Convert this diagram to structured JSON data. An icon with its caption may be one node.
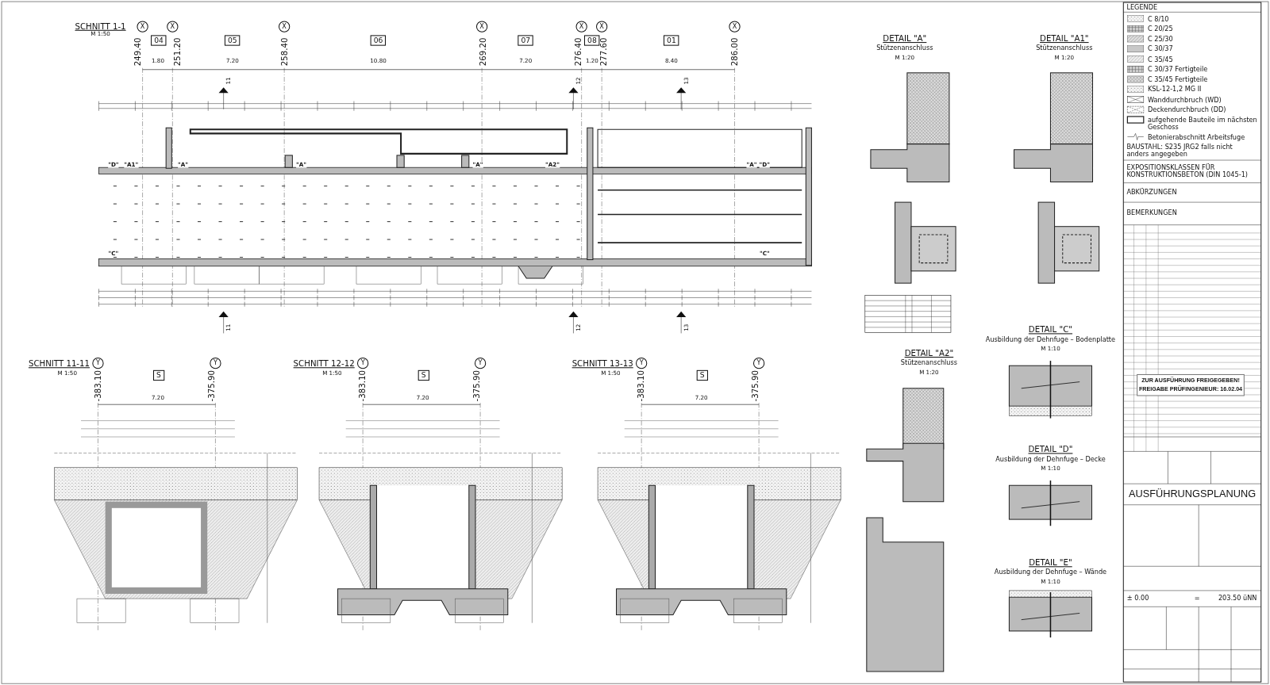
{
  "diagram": {
    "labels": [
      "SCHNITT 1-1",
      "M 1:50",
      "X",
      "X",
      "X",
      "X",
      "X",
      "X",
      "X",
      "249.40",
      "251.20",
      "258.40",
      "269.20",
      "276.40",
      "277.60",
      "286.00",
      "04",
      "05",
      "06",
      "07",
      "08",
      "01",
      "1.80",
      "7.20",
      "10.80",
      "7.20",
      "1.20",
      "8.40",
      "11",
      "12",
      "13",
      "11",
      "12",
      "13",
      "\"D\"",
      "\"A1\"",
      "\"A\"",
      "\"A\"",
      "\"A\"",
      "\"A2\"",
      "\"A\"",
      "\"D\"",
      "\"C\"",
      "\"C\"",
      "SCHNITT 11-11",
      "M 1:50",
      "Y",
      "Y",
      "-383.10",
      "S",
      "-375.90",
      "7.20",
      "SCHNITT 12-12",
      "M 1:50",
      "Y",
      "Y",
      "-383.10",
      "S",
      "-375.90",
      "7.20",
      "SCHNITT 13-13",
      "M 1:50",
      "Y",
      "Y",
      "-383.10",
      "S",
      "-375.90",
      "7.20",
      "DETAIL \"A\"",
      "Stützenanschluss",
      "M 1:20",
      "DETAIL \"A1\"",
      "Stützenanschluss",
      "M 1:20",
      "DETAIL \"A2\"",
      "Stützenanschluss",
      "M 1:20",
      "DETAIL \"C\"",
      "Ausbildung der Dehnfuge – Bodenplatte",
      "M 1:10",
      "DETAIL \"D\"",
      "Ausbildung der Dehnfuge – Decke",
      "M 1:10",
      "DETAIL \"E\"",
      "Ausbildung der Dehnfuge – Wände",
      "M 1:10",
      "LEGENDE",
      "BAUSTAHL: S235 JRG2 falls nicht anders angegeben",
      "EXPOSITIONSKLASSEN FÜR KONSTRUKTIONSBETON (DIN 1045-1)",
      "ABKÜRZUNGEN",
      "BEMERKUNGEN",
      "ZUR AUSFÜHRUNG FREIGEGEBEN!",
      "FREIGABE PRÜFINGENIEUR: 16.02.04",
      "AUSFÜHRUNGSPLANUNG",
      "± 0.00",
      "=",
      "203.50 üNN"
    ],
    "legend": [
      {
        "text": "C 8/10"
      },
      {
        "text": "C 20/25"
      },
      {
        "text": "C 25/30"
      },
      {
        "text": "C 30/37"
      },
      {
        "text": "C 35/45"
      },
      {
        "text": "C 30/37 Fertigteile"
      },
      {
        "text": "C 35/45 Fertigteile"
      },
      {
        "text": "KSL-12-1,2 MG II"
      },
      {
        "text": "Wanddurchbruch (WD)"
      },
      {
        "text": "Deckendurchbruch (DD)"
      },
      {
        "text": "aufgehende Bauteile im nächsten Geschoss"
      },
      {
        "text": "Betonierabschnitt Arbeitsfuge"
      }
    ]
  }
}
